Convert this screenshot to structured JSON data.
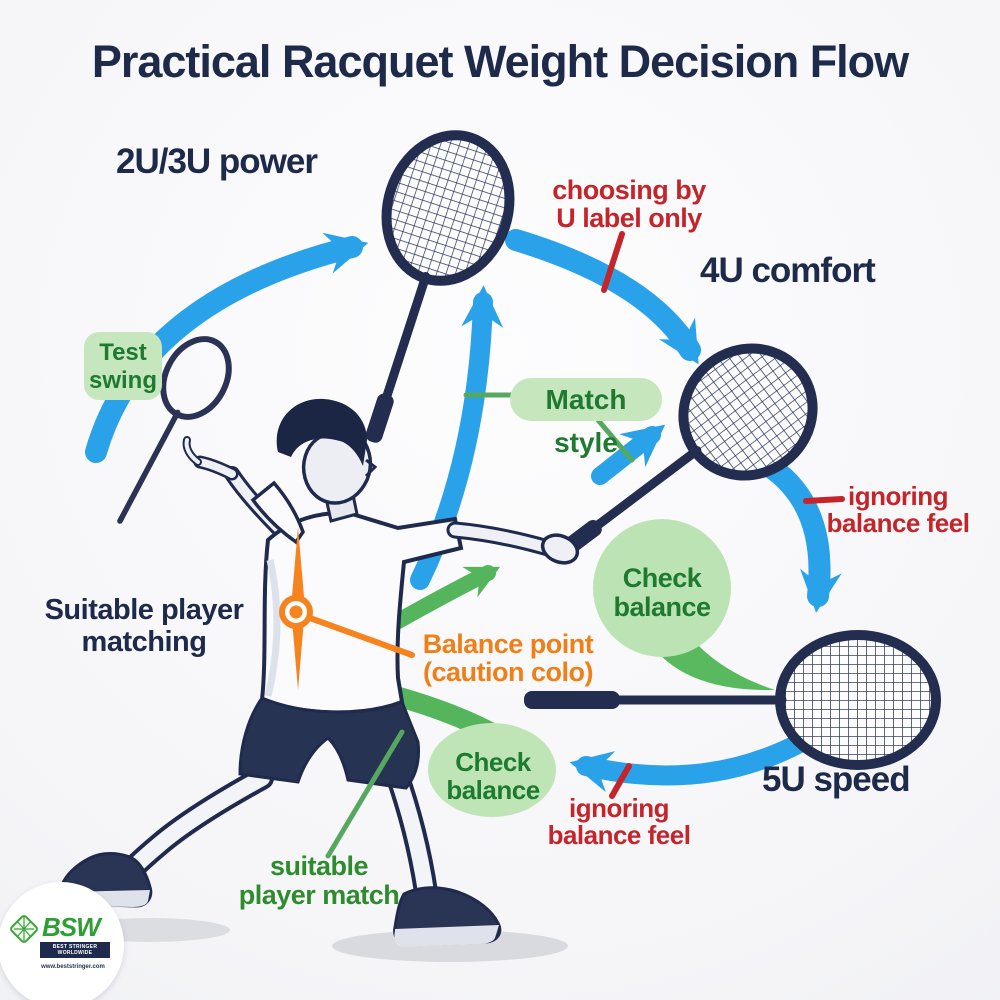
{
  "title": "Practical Racquet Weight Decision Flow",
  "labels": {
    "power": "2U/3U power",
    "choosing_by_label": "choosing by U label only",
    "comfort": "4U comfort",
    "test_swing": "Test swing",
    "match_style": "Match style",
    "ignoring_balance_right": "ignoring balance feel",
    "suitable_matching": "Suitable player matching",
    "balance_point": "Balance point (caution colo)",
    "check_balance_top": "Check balance",
    "check_balance_bottom": "Check balance",
    "speed": "5U speed",
    "ignoring_balance_bottom": "ignoring balance feel",
    "suitable_player_match": "suitable player match"
  },
  "logo": {
    "name": "BSW",
    "tagline": "BEST STRINGER WORLDWIDE",
    "website": "www.beststringer.com"
  },
  "illustration": {
    "icons": [
      "badminton-racquet-icon",
      "player-figure",
      "balance-point-marker-icon",
      "flow-arrow",
      "speech-bubble"
    ],
    "colors": {
      "navy": "#1e2a4a",
      "blue_arrow": "#2aa2e9",
      "green_fill": "#c6e7bd",
      "green_bubble": "#bce3b3",
      "green_text": "#1d7a30",
      "green_arrow": "#55b55c",
      "orange": "#f07f18",
      "red": "#c4252a"
    }
  }
}
